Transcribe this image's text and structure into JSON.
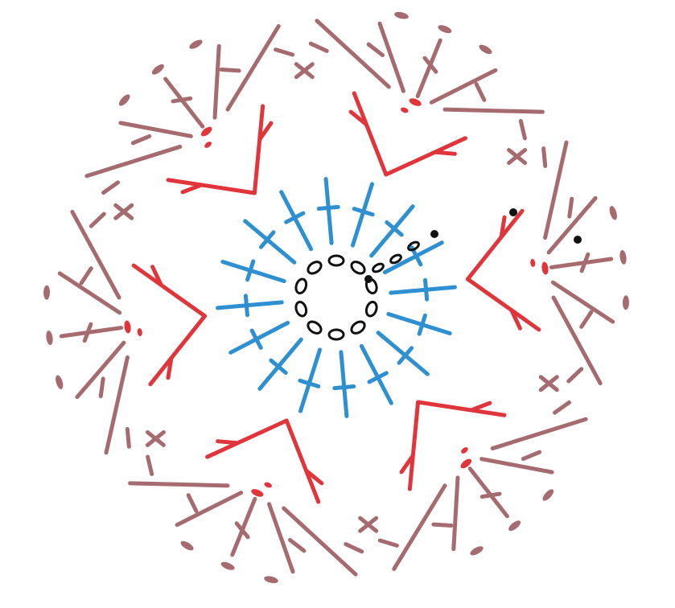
{
  "diagram": {
    "kind": "crochet-flower-chart",
    "rounds": [
      {
        "name": "foundation-ring",
        "stitch": "chain",
        "count": 10,
        "color": "#111111"
      },
      {
        "name": "round-1",
        "stitch": "double-crochet",
        "count": 16,
        "color": "#2e8fd1"
      },
      {
        "name": "round-2",
        "stitch": "v-stitch-fan",
        "count": 6,
        "color": "#e0353a"
      },
      {
        "name": "round-3",
        "stitch": "shell-petal",
        "count": 6,
        "color": "#a56b6f"
      }
    ],
    "background": "#ffffff",
    "markers": {
      "color": "#111111"
    }
  }
}
